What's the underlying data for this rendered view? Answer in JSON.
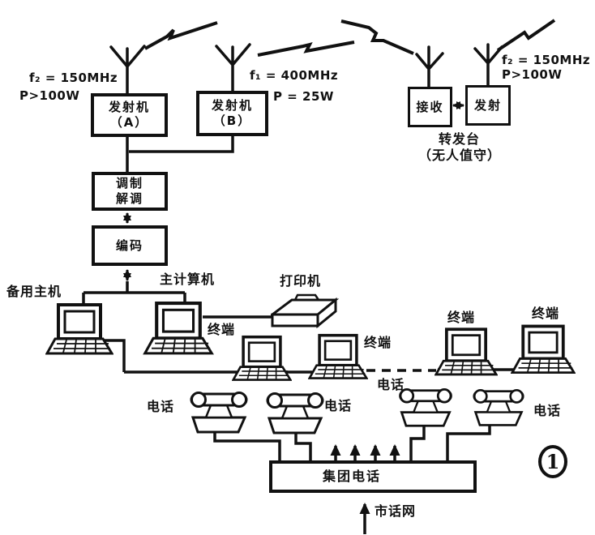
{
  "diagram_title": "radio-data-and-telephone-network-schematic",
  "colors": {
    "ink": "#111111",
    "paper": "#ffffff"
  },
  "station_a": {
    "freq": "f₂ = 150MHz",
    "power": "P>100W",
    "name": "发射机",
    "variant": "（A）"
  },
  "station_b": {
    "freq": "f₁ = 400MHz",
    "power": "P = 25W",
    "name": "发射机",
    "variant": "（B）"
  },
  "relay": {
    "freq": "f₂ = 150MHz",
    "power": "P>100W",
    "receive_label": "接收",
    "transmit_label": "发射",
    "name": "转发台",
    "note": "（无人值守）"
  },
  "modem": {
    "line1": "调制",
    "line2": "解调"
  },
  "encoder": {
    "label": "编码"
  },
  "hosts": {
    "backup_label": "备用主机",
    "main_label": "主计算机",
    "printer_label": "打印机"
  },
  "terminal_labels": [
    "终端",
    "终端",
    "终端",
    "终端"
  ],
  "phone_labels": [
    "电话",
    "电话",
    "电话",
    "电话"
  ],
  "pbx": {
    "label": "集团电话"
  },
  "city": {
    "label": "市话网"
  },
  "figure": {
    "number": "1"
  }
}
